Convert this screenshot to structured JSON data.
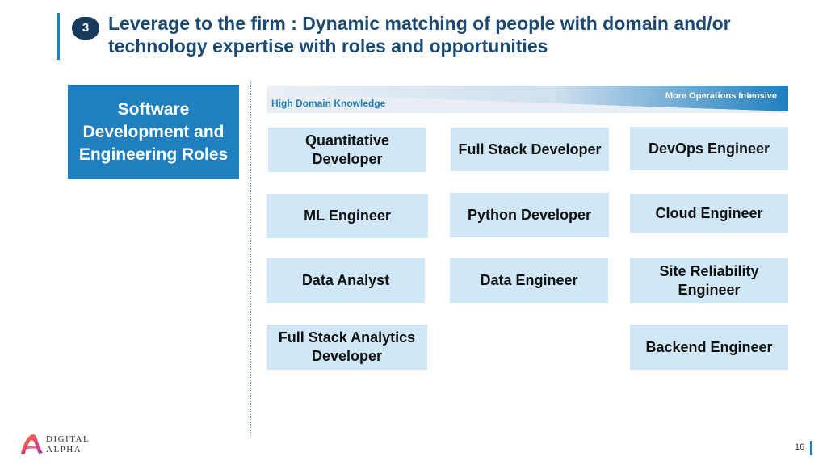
{
  "slide": {
    "step_number": "3",
    "title": "Leverage to the firm : Dynamic matching of people with domain and/or technology expertise with roles and opportunities",
    "category": "Software Development and Engineering Roles",
    "spectrum": {
      "left_label": "High Domain Knowledge",
      "right_label": "More Operations Intensive",
      "colors": {
        "light": "#e8eff5",
        "dark": "#1f7fbf"
      }
    },
    "roles": [
      "Quantitative Developer",
      "Full Stack Developer",
      "DevOps Engineer",
      "ML Engineer",
      "Python Developer",
      "Cloud Engineer",
      "Data Analyst",
      "Data Engineer",
      "Site Reliability Engineer",
      "Full Stack Analytics Developer",
      "Backend Engineer"
    ],
    "page_number": "16"
  },
  "logo": {
    "line1": "DIGITAL",
    "line2": "ALPHA",
    "icon": "digital-alpha-logo-icon"
  },
  "theme": {
    "accent": "#1f7fbf",
    "title_color": "#1a4a74",
    "card_color": "#cfe7f6"
  }
}
